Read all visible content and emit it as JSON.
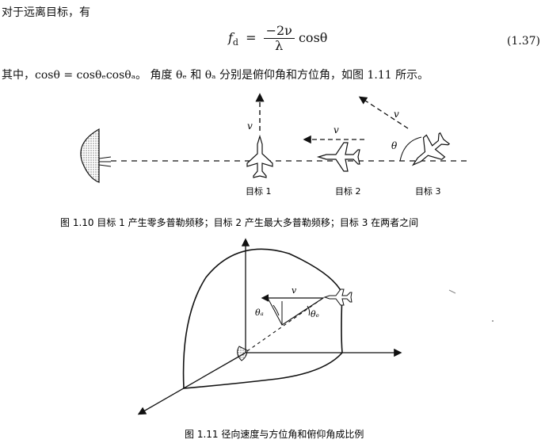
{
  "text": {
    "intro": "对于远离目标，有",
    "eq_lhs": "f",
    "eq_lhs_sub": "d",
    "eq_num": "−2ν",
    "eq_den": "λ",
    "eq_tail": "cosθ",
    "eq_number": "(1.37)",
    "para": "其中，cosθ = cosθₑcosθₐ。 角度 θₑ 和 θₐ 分别是俯仰角和方位角，如图 1.11 所示。"
  },
  "figure1": {
    "targets": [
      "目标 1",
      "目标 2",
      "目标 3"
    ],
    "v_symbol": "v",
    "theta_symbol": "θ",
    "caption": "图 1.10   目标 1 产生零多普勒频移；目标 2 产生最大多普勒频移；目标 3 在两者之间"
  },
  "figure2": {
    "v_symbol": "v",
    "theta_a": "θₐ",
    "theta_e": "θₑ",
    "caption": "图 1.11   径向速度与方位角和俯仰角成比例"
  }
}
